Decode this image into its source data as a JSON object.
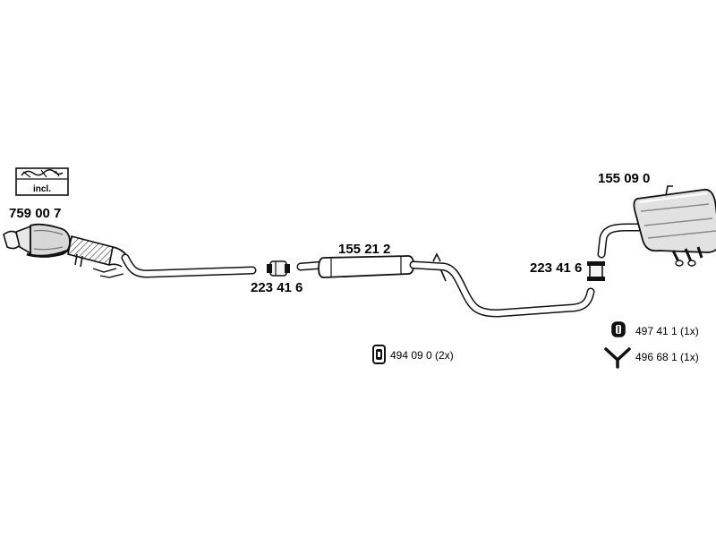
{
  "parts": {
    "catalytic_converter": "759 00 7",
    "gasket_front": "223 41 6",
    "middle_silencer": "155 21 2",
    "gasket_rear": "223 41 6",
    "rear_silencer": "155 09 0"
  },
  "kit_badge": "incl.",
  "accessories": {
    "rubber_mount_a": "494 09 0 (2x)",
    "rubber_mount_b": "497 41 1 (1x)",
    "y_bracket": "496 68 1 (1x)"
  },
  "colors": {
    "line": "#111111",
    "fill_light": "#f4f4f4",
    "fill_shade": "#cfcfcf"
  },
  "icons": {
    "kit_box": "kit-box-icon",
    "rubber_mount": "rubber-mount-icon",
    "bracket": "y-bracket-icon"
  }
}
